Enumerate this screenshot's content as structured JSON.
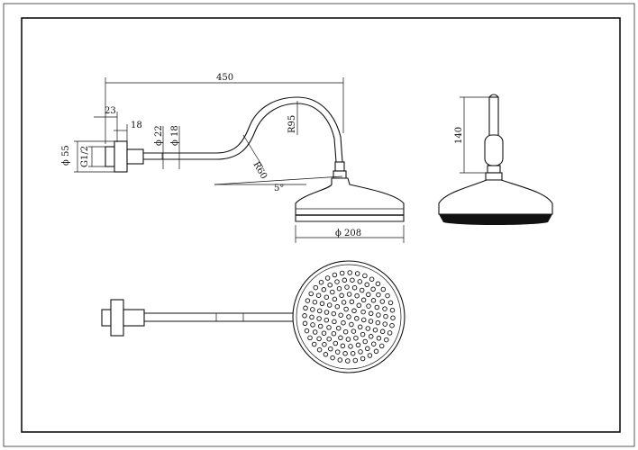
{
  "dimensions": {
    "length_450": "450",
    "offset_23": "23",
    "offset_18": "18",
    "dia_55": "ϕ 55",
    "thread": "G1/2",
    "dia_22": "ϕ 22",
    "dia_18": "ϕ 18",
    "radius_95": "R95",
    "radius_60": "R60",
    "angle_5": "5°",
    "dia_208": "ϕ 208",
    "height_140": "140"
  },
  "colors": {
    "line": "#111111",
    "paper": "#ffffff"
  }
}
